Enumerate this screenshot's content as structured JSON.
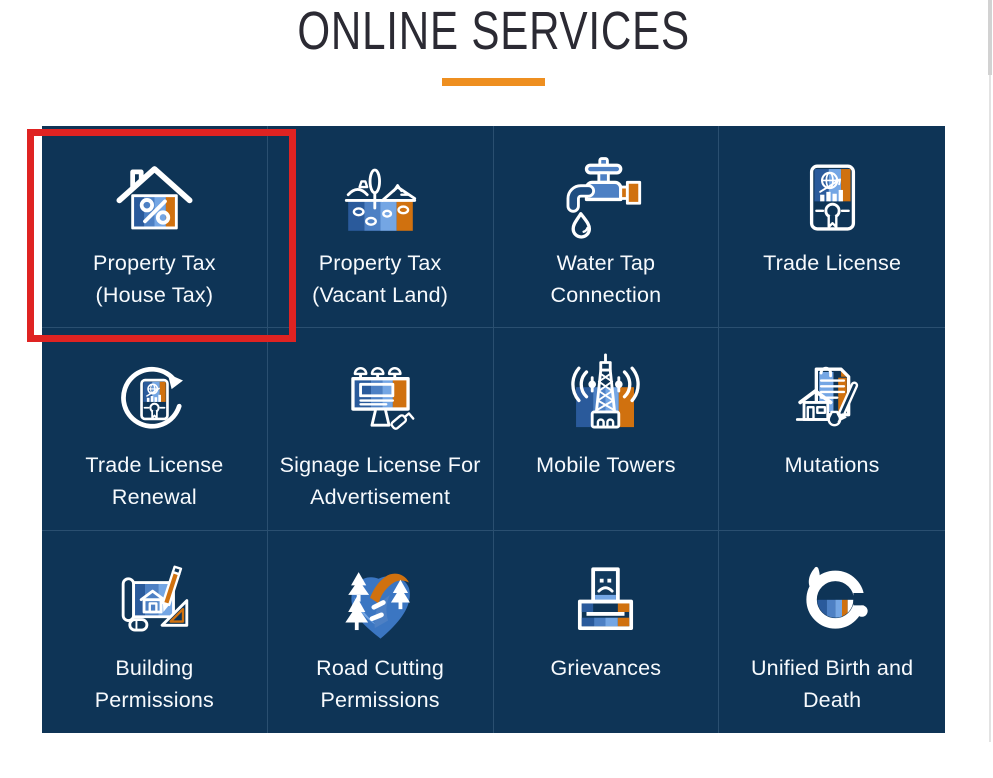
{
  "header": {
    "title": "ONLINE SERVICES",
    "accent_color": "#ee8f20"
  },
  "services": [
    {
      "label": "Property Tax (House Tax)",
      "lines": {
        "0": "Property Tax",
        "1": "(House Tax)"
      },
      "icon": "house-percent-icon",
      "highlighted": true
    },
    {
      "label": "Property Tax (Vacant Land)",
      "lines": {
        "0": "Property Tax",
        "1": "(Vacant Land)"
      },
      "icon": "vacant-land-icon",
      "highlighted": false
    },
    {
      "label": "Water Tap Connection",
      "lines": {
        "0": "Water Tap",
        "1": "Connection"
      },
      "icon": "water-tap-icon",
      "highlighted": false
    },
    {
      "label": "Trade License",
      "lines": {
        "0": "Trade License",
        "1": ""
      },
      "icon": "trade-license-icon",
      "highlighted": false
    },
    {
      "label": "Trade License Renewal",
      "lines": {
        "0": "Trade License",
        "1": "Renewal"
      },
      "icon": "trade-license-renewal-icon",
      "highlighted": false
    },
    {
      "label": "Signage License For Advertisement",
      "lines": {
        "0": "Signage License For",
        "1": "Advertisement"
      },
      "icon": "signage-license-icon",
      "highlighted": false
    },
    {
      "label": "Mobile Towers",
      "lines": {
        "0": "Mobile Towers",
        "1": ""
      },
      "icon": "mobile-towers-icon",
      "highlighted": false
    },
    {
      "label": "Mutations",
      "lines": {
        "0": "Mutations",
        "1": ""
      },
      "icon": "mutations-icon",
      "highlighted": false
    },
    {
      "label": "Building Permissions",
      "lines": {
        "0": "Building",
        "1": "Permissions"
      },
      "icon": "building-permissions-icon",
      "highlighted": false
    },
    {
      "label": "Road Cutting Permissions",
      "lines": {
        "0": "Road Cutting",
        "1": "Permissions"
      },
      "icon": "road-cutting-icon",
      "highlighted": false
    },
    {
      "label": "Grievances",
      "lines": {
        "0": "Grievances",
        "1": ""
      },
      "icon": "grievances-icon",
      "highlighted": false
    },
    {
      "label": "Unified Birth and Death",
      "lines": {
        "0": "Unified Birth and",
        "1": "Death"
      },
      "icon": "unified-birth-death-icon",
      "highlighted": false
    }
  ],
  "annotation": {
    "type": "highlight-box",
    "target": "Property Tax (House Tax)",
    "color": "#df2322"
  },
  "colors": {
    "grid_background": "#0e3456",
    "tile_divider": "#2a4f70",
    "icon_dark_blue": "#2a5a9b",
    "icon_mid_blue": "#4d80c4",
    "icon_light_blue": "#74a6e4",
    "icon_orange": "#d0710f",
    "label_text": "#f7fafd",
    "title_text": "#2b2a33"
  }
}
